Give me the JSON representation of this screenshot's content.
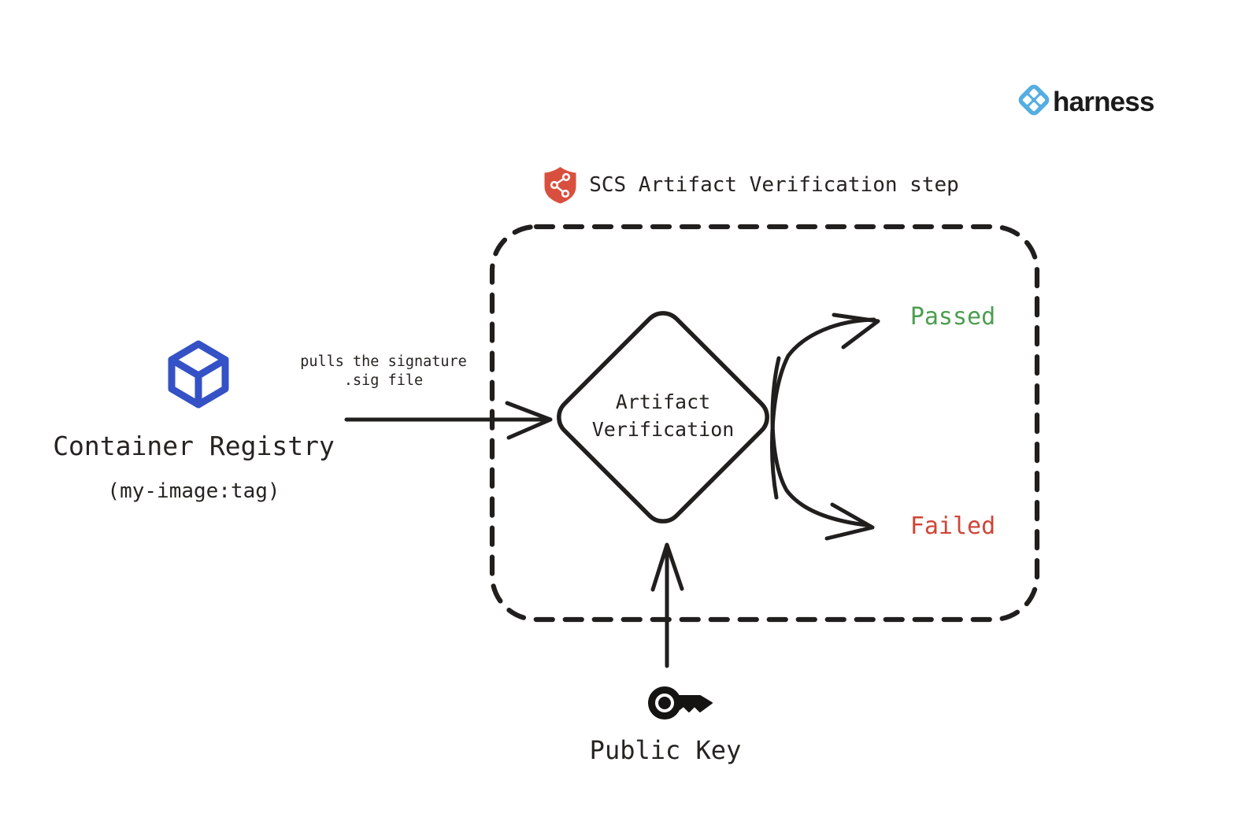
{
  "brand": {
    "name": "harness",
    "icon": "harness-diamond-logo",
    "icon_color": "#55ade2",
    "text_color": "#1b1b1b"
  },
  "step_header": {
    "icon": "supply-chain-shield-icon",
    "icon_color": "#d94f3d",
    "title": "SCS Artifact Verification step"
  },
  "source": {
    "icon": "container-cube-icon",
    "icon_color": "#3451c6",
    "title": "Container Registry",
    "subtitle": "(my-image:tag)"
  },
  "pull_edge": {
    "label_line1": "pulls the signature",
    "label_line2": ".sig file"
  },
  "decision": {
    "label_line1": "Artifact",
    "label_line2": "Verification"
  },
  "outcomes": {
    "passed": {
      "label": "Passed",
      "color": "#4c9e4f"
    },
    "failed": {
      "label": "Failed",
      "color": "#cf4537"
    }
  },
  "key_input": {
    "icon": "key-icon",
    "label": "Public Key"
  },
  "ink_color": "#211f1d",
  "background_color": "#ffffff"
}
